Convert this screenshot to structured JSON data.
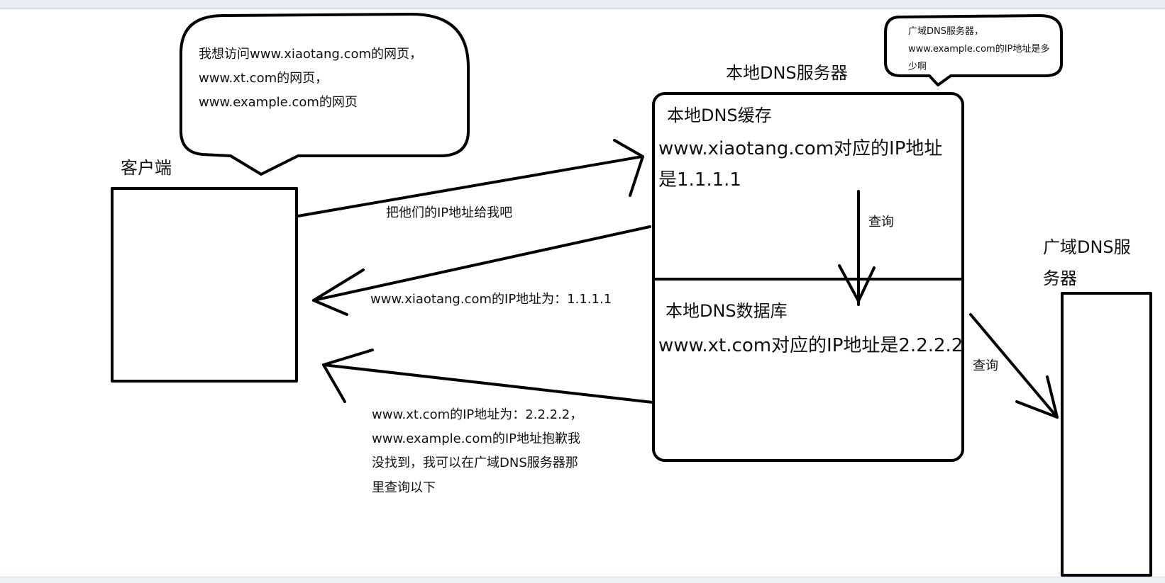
{
  "client": {
    "title": "客户端",
    "speech_lines": [
      "我想访问www.xiaotang.com的网页，",
      "www.xt.com的网页，",
      "www.example.com的网页"
    ]
  },
  "local_dns": {
    "title": "本地DNS服务器",
    "cache_title": "本地DNS缓存",
    "cache_lines": [
      "www.xiaotang.com对应的IP地址",
      "是1.1.1.1"
    ],
    "db_title": "本地DNS数据库",
    "db_line": "www.xt.com对应的IP地址是2.2.2.2",
    "speech_lines": [
      "广域DNS服务器，",
      "www.example.com的IP地址是多",
      "少啊"
    ]
  },
  "wan_dns": {
    "title_lines": [
      "广域DNS服",
      "务器"
    ]
  },
  "messages": {
    "request": "把他们的IP地址给我吧",
    "reply_cache": "www.xiaotang.com的IP地址为：1.1.1.1",
    "reply_db_lines": [
      "www.xt.com的IP地址为：2.2.2.2，",
      "www.example.com的IP地址抱歉我",
      "没找到，我可以在广域DNS服务器那",
      "里查询以下"
    ],
    "query_internal": "查询",
    "query_wan": "查询"
  }
}
